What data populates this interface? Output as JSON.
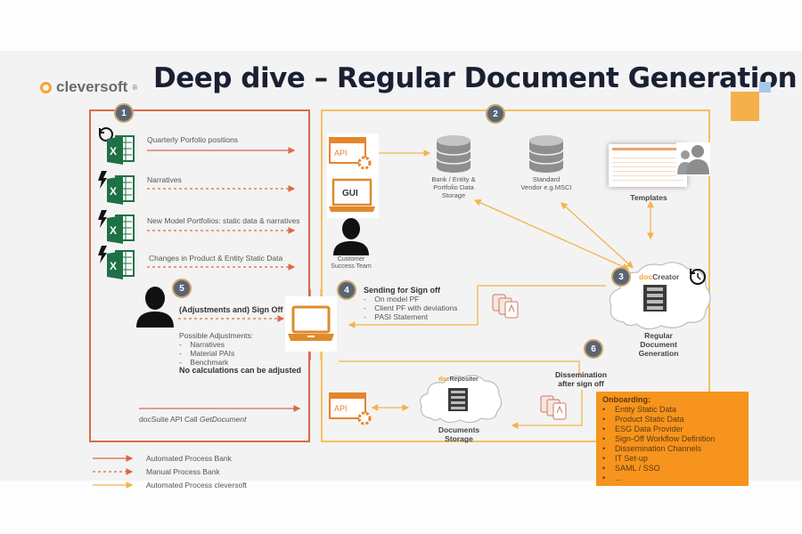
{
  "header": {
    "logo_text": "cleversoft",
    "logo_reg": "®",
    "title": "Deep dive – Regular Document Generation"
  },
  "colors": {
    "bank_red": "#d9694a",
    "cleversoft_orange": "#f3b44a",
    "onboarding_bg": "#f7941d",
    "excel_green": "#1e7145",
    "badge_gray": "#5b6475",
    "title_navy": "#1b1f33"
  },
  "section1": {
    "badge": "1",
    "inputs": [
      {
        "icon": "excel-refresh-icon",
        "label": "Quarterly Porfolio positions",
        "flow": "automated-bank"
      },
      {
        "icon": "excel-lightning-icon",
        "label": "Narratives",
        "flow": "manual-bank"
      },
      {
        "icon": "excel-lightning-icon",
        "label": "New Model Portfolios: static data & narratives",
        "flow": "manual-bank"
      },
      {
        "icon": "excel-lightning-icon",
        "label": "Changes in Product &  Entity Static Data",
        "flow": "manual-bank"
      }
    ]
  },
  "section5": {
    "badge": "5",
    "heading": "(Adjustments and) Sign Off",
    "adjustments_title": "Possible Adjustments:",
    "adjustments": [
      "Narratives",
      "Material PAIs",
      "Benchmark"
    ],
    "note": "No calculations can be adjusted"
  },
  "api_call": {
    "prefix": "docSuite API Call ",
    "method": "GetDocument"
  },
  "section2": {
    "badge": "2",
    "api_label": "API",
    "gui_label": "GUI",
    "customer_label_1": "Customer",
    "customer_label_2": "Success Team",
    "bank_storage": [
      "Bank / Entity &",
      "Portfolio Data",
      "Storage"
    ],
    "vendor_storage": [
      "Standard",
      "Vendor e.g.MSCI"
    ],
    "templates": "Templates"
  },
  "section3": {
    "badge": "3",
    "brand_prefix": "doc",
    "brand_suffix": "Creator",
    "label": [
      "Regular",
      "Document",
      "Generation"
    ]
  },
  "section4": {
    "badge": "4",
    "heading": "Sending for Sign off",
    "items": [
      "On model PF",
      "Client PF with deviations",
      "PASI Statement"
    ]
  },
  "section6": {
    "badge": "6",
    "label": [
      "Dissemination",
      "after sign off"
    ]
  },
  "repository": {
    "brand_prefix": "doc",
    "brand_suffix": "Repositer",
    "api_label": "API",
    "label": [
      "Documents",
      "Storage"
    ]
  },
  "onboarding": {
    "title": "Onboarding:",
    "items": [
      "Entity Static Data",
      "Product Static Data",
      "ESG Data Provider",
      "Sign-Off Workflow Definition",
      "Dissemination Channels",
      "IT Set-up",
      "SAML / SSO",
      "..."
    ]
  },
  "legend": [
    {
      "label": "Automated Process Bank",
      "style": "solid",
      "color": "#d9694a"
    },
    {
      "label": "Manual Process Bank",
      "style": "dashed",
      "color": "#d9694a"
    },
    {
      "label": "Automated Process cleversoft",
      "style": "solid",
      "color": "#f3b44a"
    }
  ]
}
